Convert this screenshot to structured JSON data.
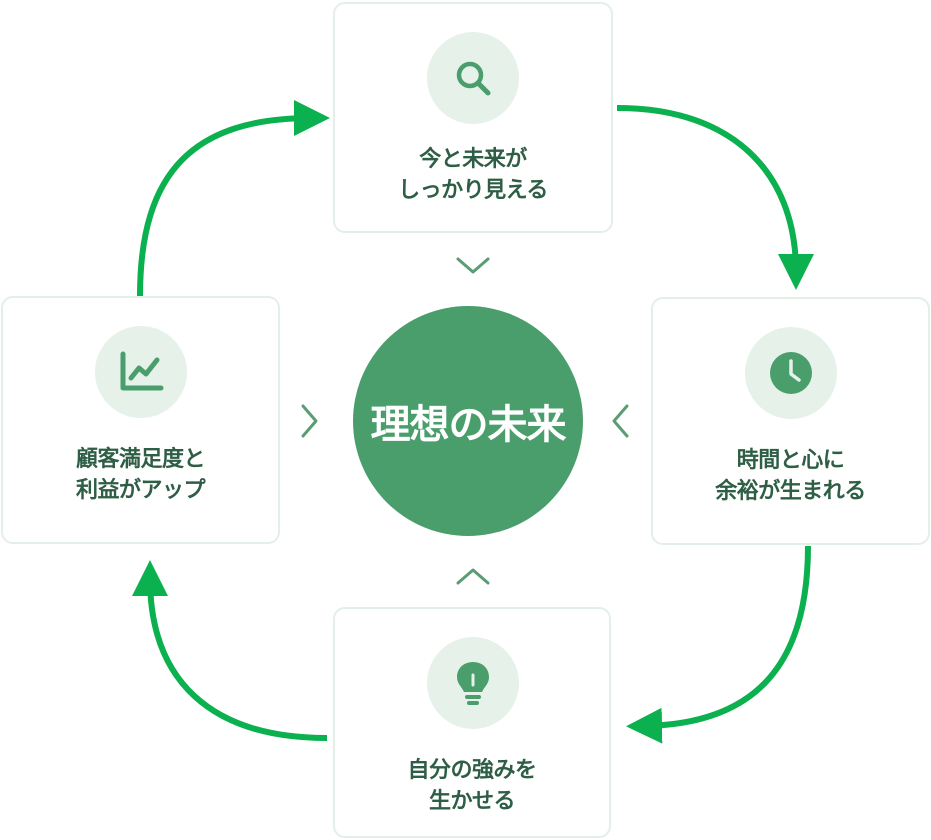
{
  "center": {
    "label": "理想の未来"
  },
  "cards": {
    "top": {
      "icon": "search-icon",
      "lines": [
        "今と未来が",
        "しっかり見える"
      ]
    },
    "right": {
      "icon": "clock-icon",
      "lines": [
        "時間と心に",
        "余裕が生まれる"
      ]
    },
    "bottom": {
      "icon": "lightbulb-icon",
      "lines": [
        "自分の強みを",
        "生かせる"
      ]
    },
    "left": {
      "icon": "line-chart-icon",
      "lines": [
        "顧客満足度と",
        "利益がアップ"
      ]
    }
  },
  "colors": {
    "arrow": "#0bb04f",
    "accent": "#4a9e6c",
    "icon_bg": "#e6f1ea",
    "card_border": "#e3efe7",
    "text": "#2e5e45"
  }
}
